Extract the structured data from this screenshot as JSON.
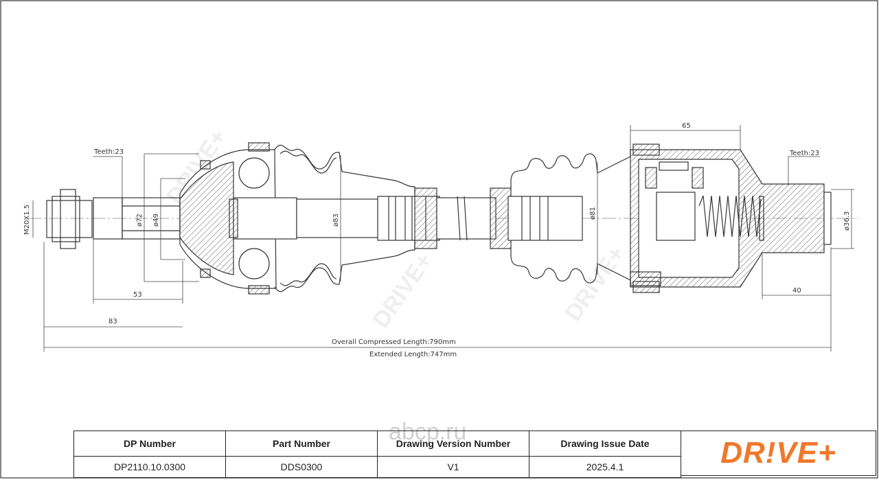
{
  "drawing": {
    "teeth_left": "Teeth:23",
    "teeth_right": "Teeth:23",
    "thread": "M20X1.5",
    "dia_72": "ø72",
    "dia_49": "ø49",
    "dia_83": "ø83",
    "dia_81": "ø81",
    "dia_36": "ø36.3",
    "dim_53": "53",
    "dim_83": "83",
    "dim_65": "65",
    "dim_40": "40",
    "overall_length": "Overall  Compressed  Length:790mm",
    "extended_length": "Extended  Length:747mm"
  },
  "watermark": {
    "site": "abcp.ru",
    "brand": "DR!VE+"
  },
  "title_block": {
    "headers": [
      "DP Number",
      "Part Number",
      "Drawing Version Number",
      "Drawing Issue Date"
    ],
    "values": [
      "DP2110.10.0300",
      "DDS0300",
      "V1",
      "2025.4.1"
    ],
    "logo": "DR!VE+"
  },
  "colors": {
    "logo": "#f0782a",
    "line": "#333333",
    "watermark": "#dddddd"
  }
}
